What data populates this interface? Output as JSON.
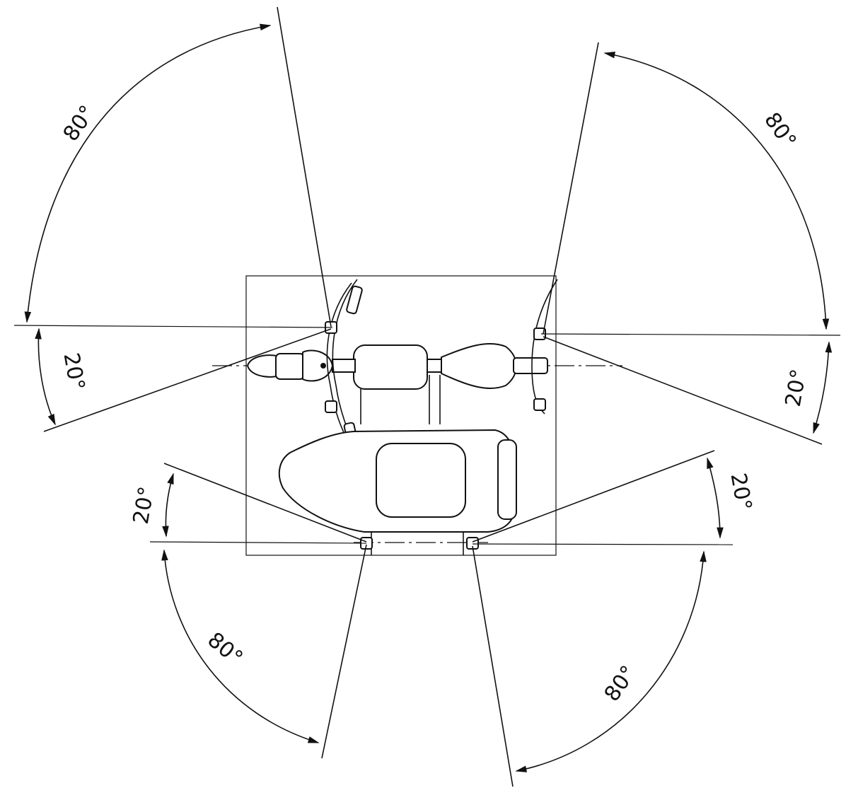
{
  "diagram": {
    "angle_labels": {
      "front_left_80": "80°",
      "front_right_80": "80°",
      "front_left_20": "20°",
      "front_right_20": "20°",
      "rear_left_20": "20°",
      "rear_right_20": "20°",
      "rear_left_80": "80°",
      "rear_right_80": "80°"
    }
  }
}
